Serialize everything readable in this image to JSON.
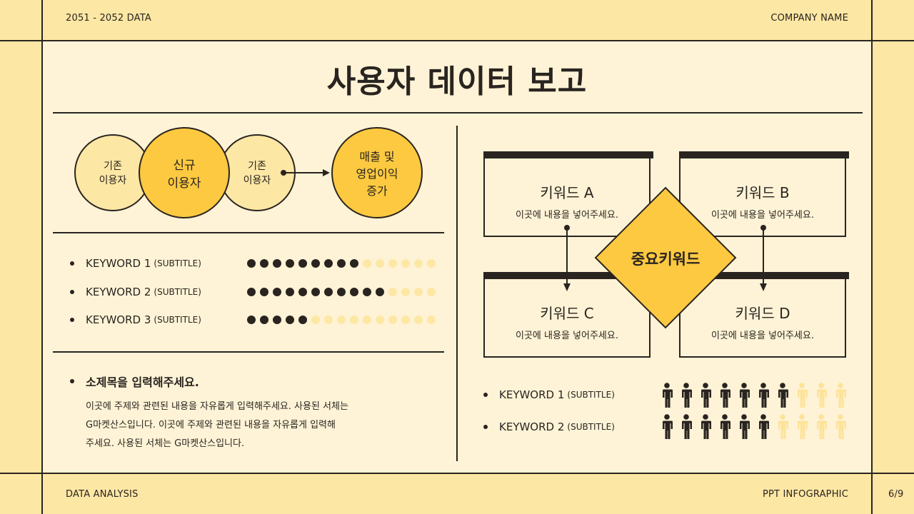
{
  "header": {
    "left": "2051 - 2052 DATA",
    "right": "COMPANY NAME"
  },
  "footer": {
    "left": "DATA ANALYSIS",
    "right": "PPT INFOGRAPHIC",
    "page": "6/9"
  },
  "title": "사용자 데이터 보고",
  "flow": {
    "existing1": "기존\n이용자",
    "new": "신규\n이용자",
    "existing2": "기존\n이용자",
    "result": "매출 및\n영업이익\n증가"
  },
  "keywords_dots": [
    {
      "name": "KEYWORD 1",
      "sub": "(SUBTITLE)",
      "filled": 9,
      "total": 15
    },
    {
      "name": "KEYWORD 2",
      "sub": "(SUBTITLE)",
      "filled": 11,
      "total": 15
    },
    {
      "name": "KEYWORD 3",
      "sub": "(SUBTITLE)",
      "filled": 5,
      "total": 15
    }
  ],
  "text_block": {
    "heading": "소제목을 입력해주세요.",
    "line1": "이곳에 주제와 관련된 내용을 자유롭게 입력해주세요. 사용된 서체는",
    "line2": "G마켓산스입니다. 이곳에 주제와 관련된 내용을 자유롭게 입력해",
    "line3": "주세요. 사용된 서체는 G마켓산스입니다."
  },
  "keyword_boxes": [
    {
      "title": "키워드 A",
      "desc": "이곳에 내용을 넣어주세요."
    },
    {
      "title": "키워드 B",
      "desc": "이곳에 내용을 넣어주세요."
    },
    {
      "title": "키워드 C",
      "desc": "이곳에 내용을 넣어주세요."
    },
    {
      "title": "키워드 D",
      "desc": "이곳에 내용을 넣어주세요."
    }
  ],
  "center_keyword": "중요키워드",
  "keywords_people": [
    {
      "name": "KEYWORD 1",
      "sub": "(SUBTITLE)",
      "filled": 7,
      "total": 10
    },
    {
      "name": "KEYWORD 2",
      "sub": "(SUBTITLE)",
      "filled": 6,
      "total": 10
    }
  ],
  "colors": {
    "background": "#fde7a4",
    "card": "#fef3d6",
    "accent": "#fcc940",
    "dark": "#2a2420"
  }
}
